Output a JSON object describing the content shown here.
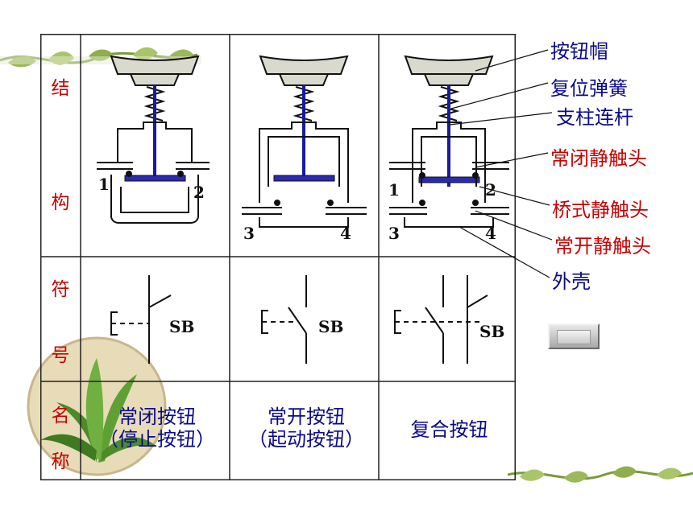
{
  "table": {
    "row_labels": {
      "structure": [
        "结",
        "构"
      ],
      "symbol": [
        "符",
        "号"
      ],
      "name": [
        "名",
        "称"
      ]
    },
    "names": [
      {
        "line1": "常闭按钮",
        "line2": "（停止按钮）"
      },
      {
        "line1": "常开按钮",
        "line2": "（起动按钮）"
      },
      {
        "line1": "复合按钮",
        "line2": ""
      }
    ],
    "terminals": {
      "nc": [
        "1",
        "2"
      ],
      "no": [
        "3",
        "4"
      ],
      "combo": [
        "1",
        "2",
        "3",
        "4"
      ]
    },
    "symbol_tag": "SB"
  },
  "callouts": [
    {
      "text": "按钮帽",
      "color": "#0a0a8c"
    },
    {
      "text": "复位弹簧",
      "color": "#0a0a8c"
    },
    {
      "text": "支柱连杆",
      "color": "#0a0a8c"
    },
    {
      "text": "常闭静触头",
      "color": "#cc0000"
    },
    {
      "text": "桥式静触头",
      "color": "#cc0000"
    },
    {
      "text": "常开静触头",
      "color": "#cc0000"
    },
    {
      "text": "外壳",
      "color": "#0a0a8c"
    }
  ],
  "colors": {
    "label_red": "#cc0000",
    "label_blue": "#0a0a8c",
    "stem_blue": "#1a1aa0"
  }
}
